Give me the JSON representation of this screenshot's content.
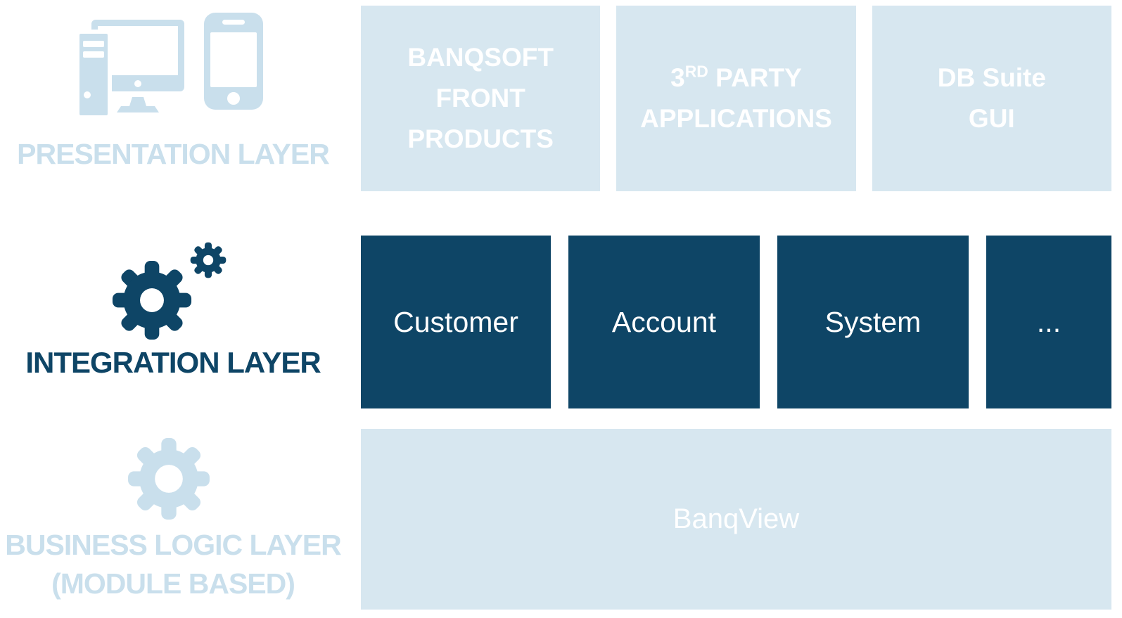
{
  "colors": {
    "dark_blue": "#0e4566",
    "light_blue_box": "#d7e7f0",
    "pale_blue_text": "#c9dfec",
    "white": "#ffffff"
  },
  "left_panel": {
    "presentation": {
      "label": "PRESENTATION LAYER",
      "icons": [
        "desktop-computer-icon",
        "smartphone-icon"
      ]
    },
    "integration": {
      "label": "INTEGRATION LAYER",
      "icons": [
        "large-gear-icon",
        "small-gear-icon"
      ]
    },
    "business": {
      "label_line1": "BUSINESS LOGIC LAYER",
      "label_line2": "(MODULE BASED)",
      "icons": [
        "gear-icon"
      ]
    }
  },
  "presentation_row": {
    "banqsoft_front_products": {
      "line1": "BANQSOFT",
      "line2": "FRONT",
      "line3": "PRODUCTS"
    },
    "third_party_applications": {
      "number": "3",
      "superscript": "RD",
      "rest": " PARTY",
      "line2": "APPLICATIONS"
    },
    "db_suite_gui": {
      "line1": "DB Suite",
      "line2": "GUI"
    }
  },
  "integration_row": {
    "services": [
      "Customer",
      "Account",
      "System",
      "..."
    ]
  },
  "business_row": {
    "label": "BanqView"
  }
}
